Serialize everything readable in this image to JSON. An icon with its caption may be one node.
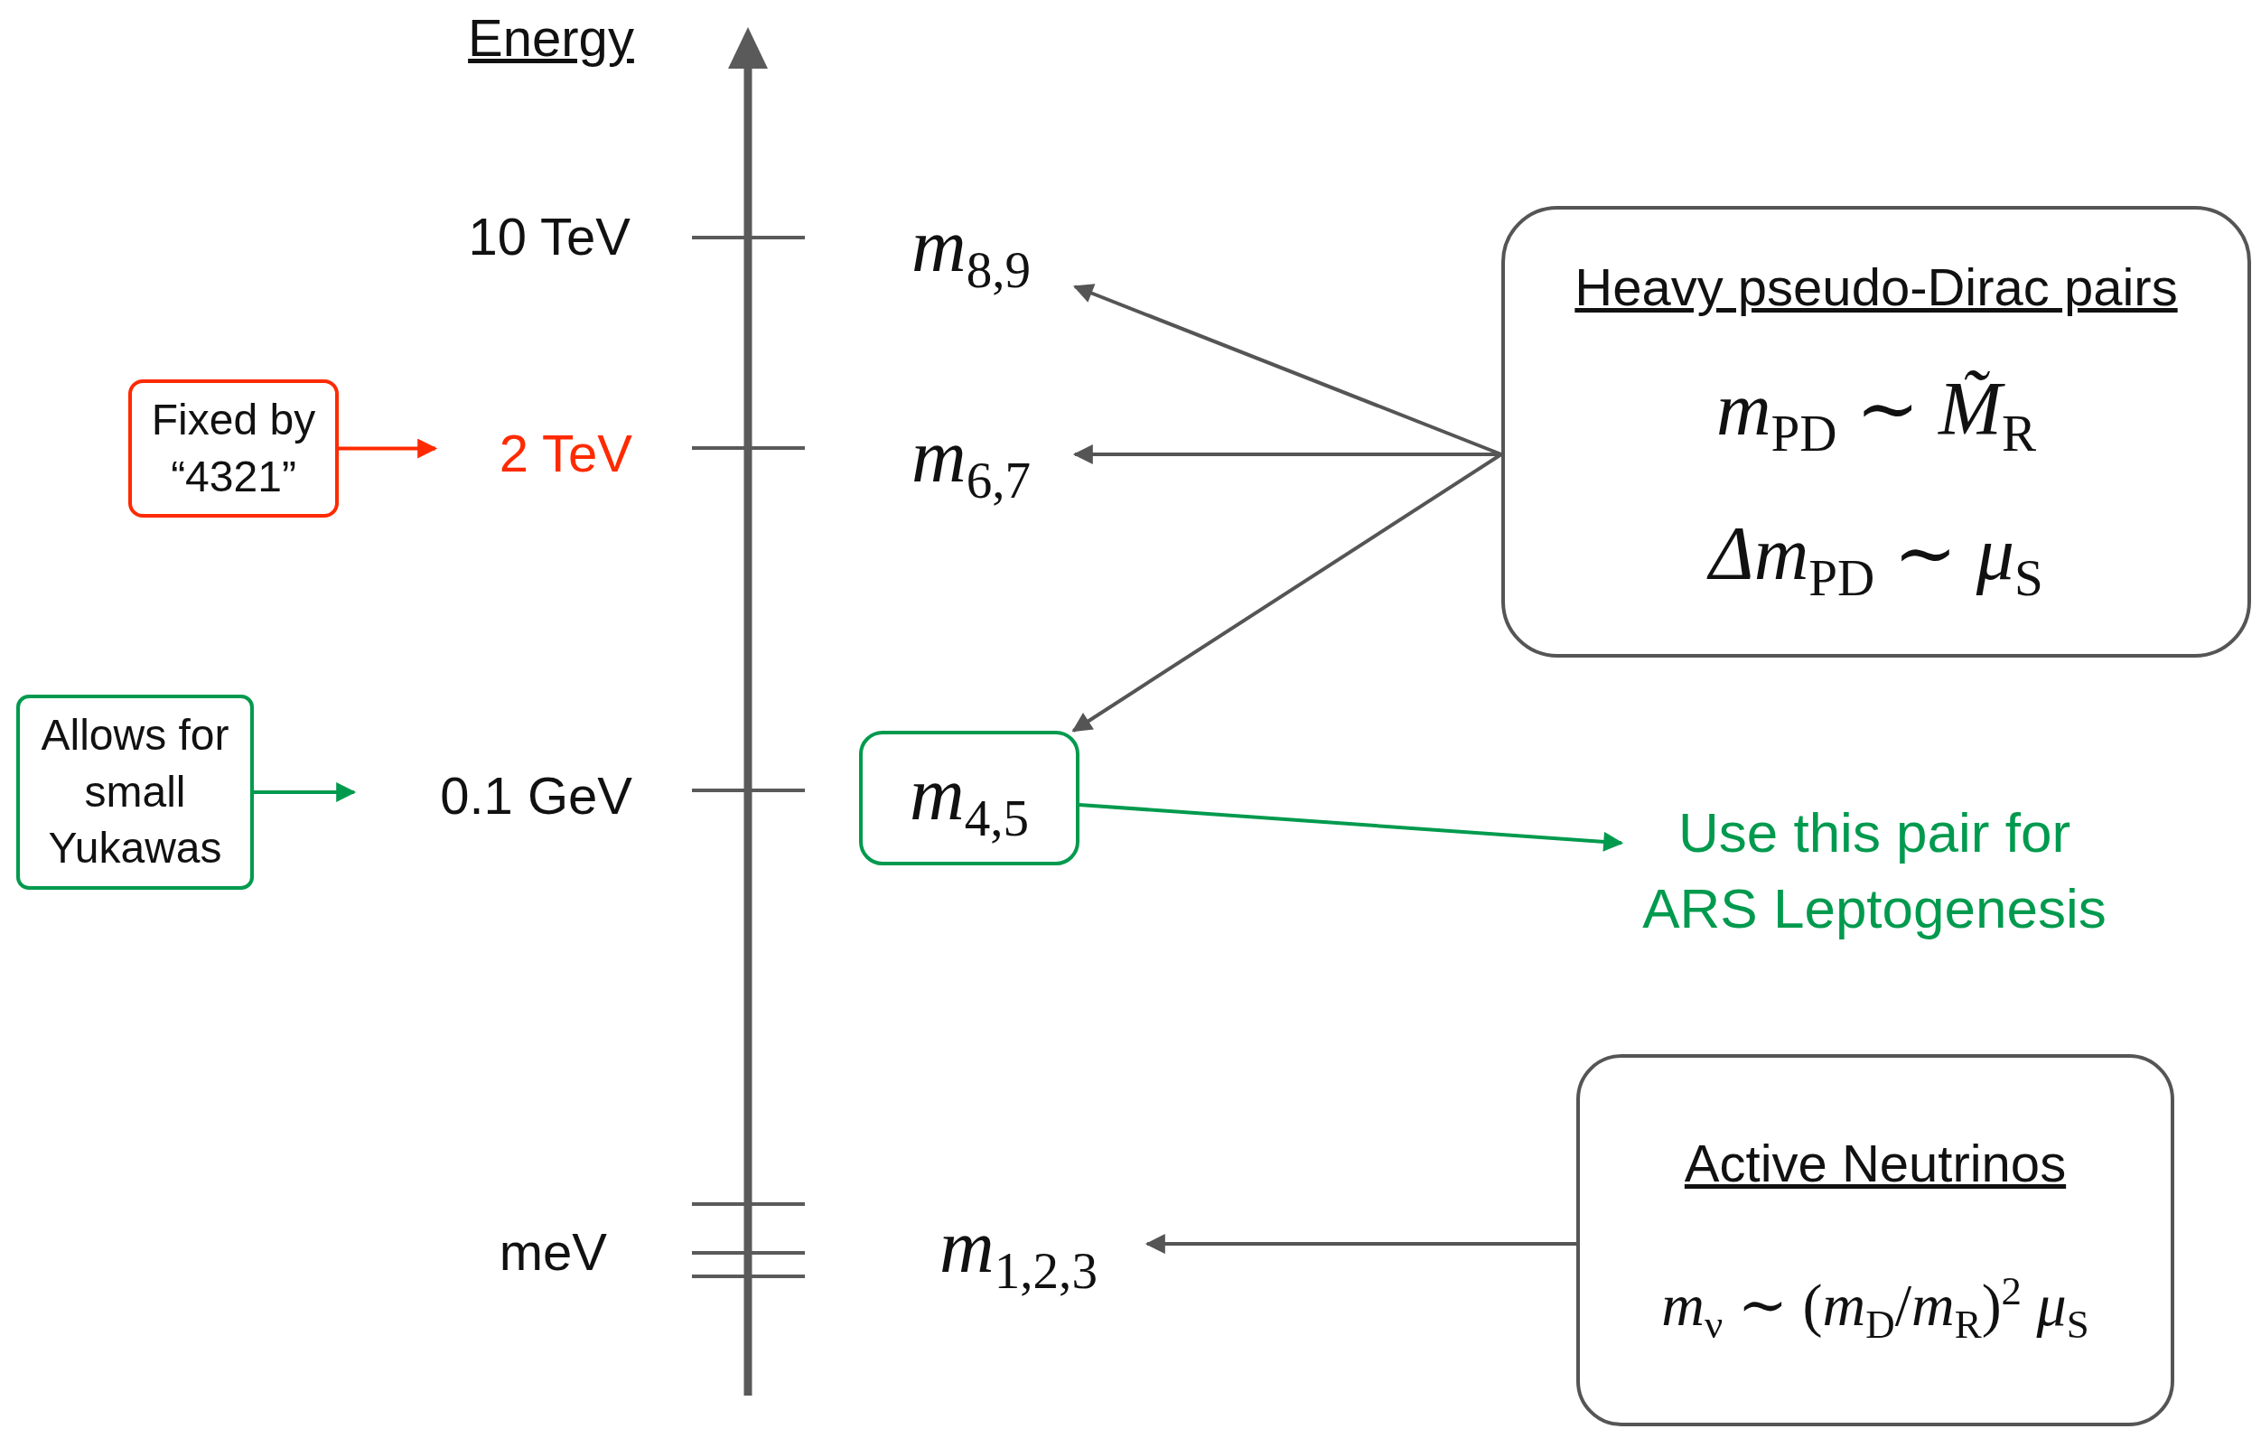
{
  "diagram": {
    "nodes": [
      {
        "text": [
          "Fixed by “4321”"
        ]
      },
      {
        "text": [
          "2 TeV"
        ]
      },
      {
        "text": [
          "Allows for small Yukawas"
        ]
      },
      {
        "text": [
          "0.1 GeV"
        ]
      },
      {
        "text": [
          "*m*$_{8,9}$"
        ]
      },
      {
        "text": [
          "*m*$_{6,7}$"
        ]
      },
      {
        "text": [
          "*m*$_{4,5}$"
        ]
      },
      {
        "text": [
          "*m*$_{1,2,3}$"
        ]
      },
      {
        "text": [
          "Heavy pseudo-Dirac pairs",
          "*m*$_{PD}$ ∼ *M̃*$_{R}$",
          "*Δm*$_{PD}$ ∼ *μ*$_{S}$"
        ]
      },
      {
        "text": [
          "Use this pair for ARS Leptogenesis"
        ]
      },
      {
        "text": [
          "Active Neutrinos",
          "*m*$_{ν}$ ∼ (*m*$_{D}$/*m*$_{R}$)$^{2}$ *μ*$_{S}$"
        ]
      }
    ],
    "edges": [
      {
        "from": 0,
        "to": 1,
        "arrow": "to",
        "color": "#ff2a00"
      },
      {
        "from": 2,
        "to": 3,
        "arrow": "to",
        "color": "#009a4e"
      },
      {
        "from": 8,
        "to": 4,
        "arrow": "to"
      },
      {
        "from": 8,
        "to": 5,
        "arrow": "to"
      },
      {
        "from": 8,
        "to": 6,
        "arrow": "to"
      },
      {
        "from": 6,
        "to": 9,
        "arrow": "to",
        "color": "#009a4e"
      },
      {
        "from": 10,
        "to": 7,
        "arrow": "to"
      }
    ],
    "labels": [
      "Energy",
      "10 TeV",
      "meV"
    ]
  }
}
